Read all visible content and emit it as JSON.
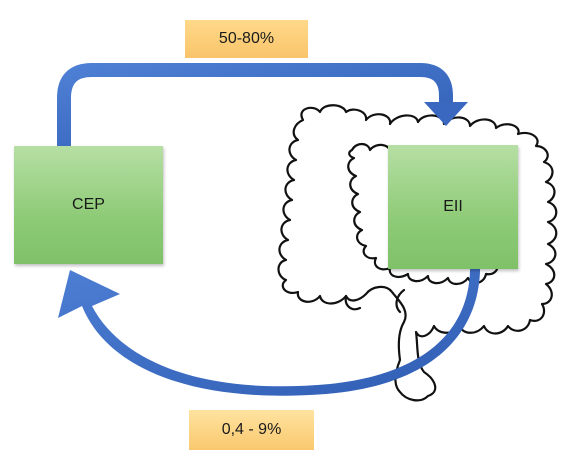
{
  "nodes": {
    "cep": "CEP",
    "eii": "EII"
  },
  "labels": {
    "top": "50-80%",
    "bottom": "0,4 - 9%"
  },
  "colors": {
    "arrow": "#3f6fc6",
    "node": "#8ecb77",
    "label": "#f9c46a",
    "outline": "#111111"
  }
}
